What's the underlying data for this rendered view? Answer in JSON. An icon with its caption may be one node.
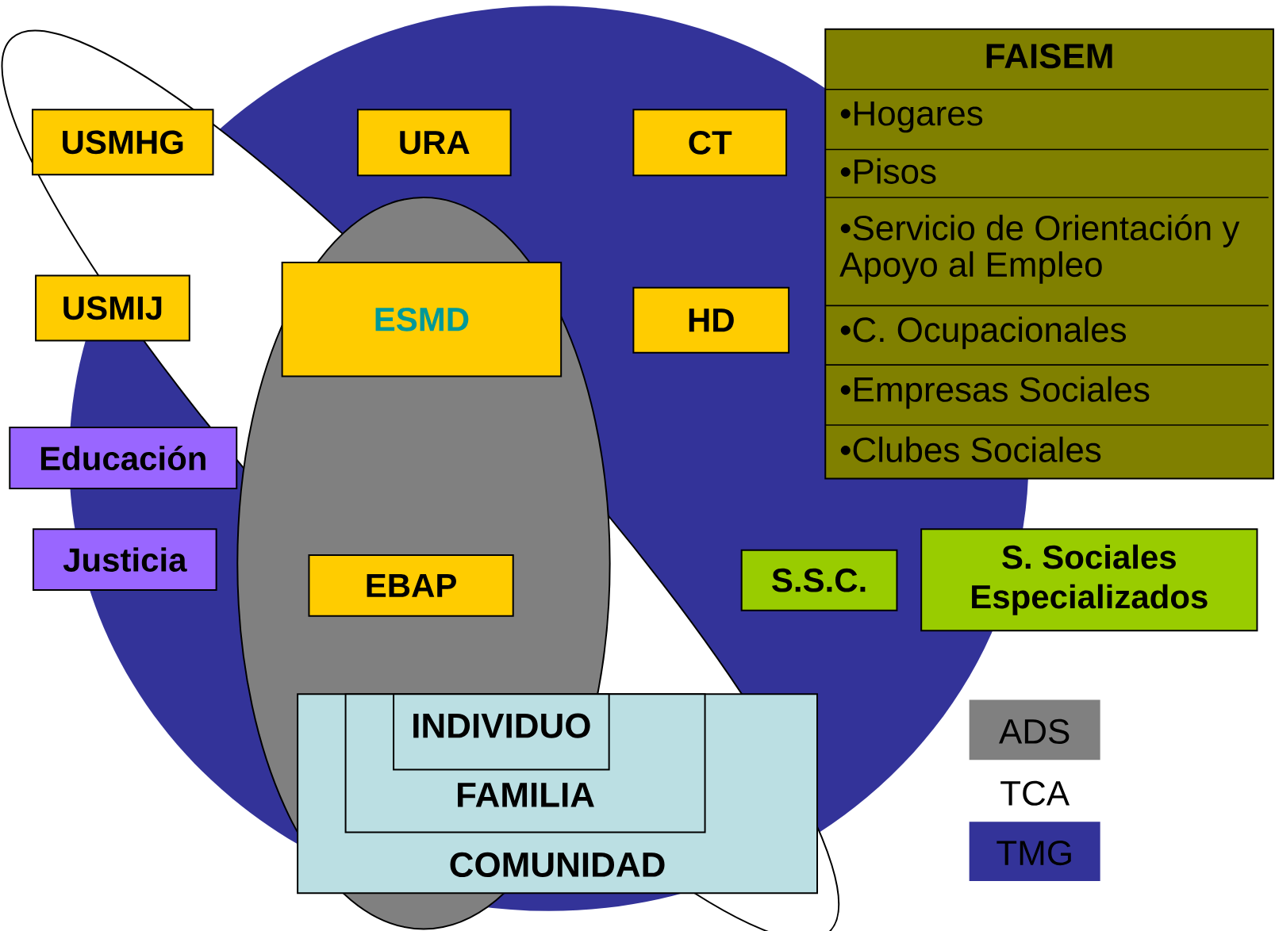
{
  "diagram": {
    "nodes": [
      {
        "text": [
          "USMHG"
        ]
      },
      {
        "text": [
          "URA"
        ]
      },
      {
        "text": [
          "CT"
        ]
      },
      {
        "text": [
          "FAISEM",
          "•Hogares",
          "•Pisos",
          "•Servicio de Orientación y Apoyo al Empleo",
          "•C. Ocupacionales",
          "•Empresas Sociales",
          "•Clubes Sociales"
        ]
      },
      {
        "text": [
          "USMIJ"
        ]
      },
      {
        "text": [
          "ESMD"
        ]
      },
      {
        "text": [
          "HD"
        ]
      },
      {
        "text": [
          "Educación"
        ]
      },
      {
        "text": [
          "Justicia"
        ]
      },
      {
        "text": [
          "EBAP"
        ]
      },
      {
        "text": [
          "S.S.C."
        ]
      },
      {
        "text": [
          "S. Sociales Especializados"
        ]
      },
      {
        "text": [
          "COMUNIDAD"
        ]
      },
      {
        "text": [
          "FAMILIA"
        ],
        "in": 12
      },
      {
        "text": [
          "INDIVIDUO"
        ],
        "in": 13
      }
    ],
    "legend": [
      {
        "text": "ADS",
        "color": "#808080"
      },
      {
        "text": "TCA"
      },
      {
        "text": "TMG",
        "color": "#333399"
      }
    ]
  }
}
